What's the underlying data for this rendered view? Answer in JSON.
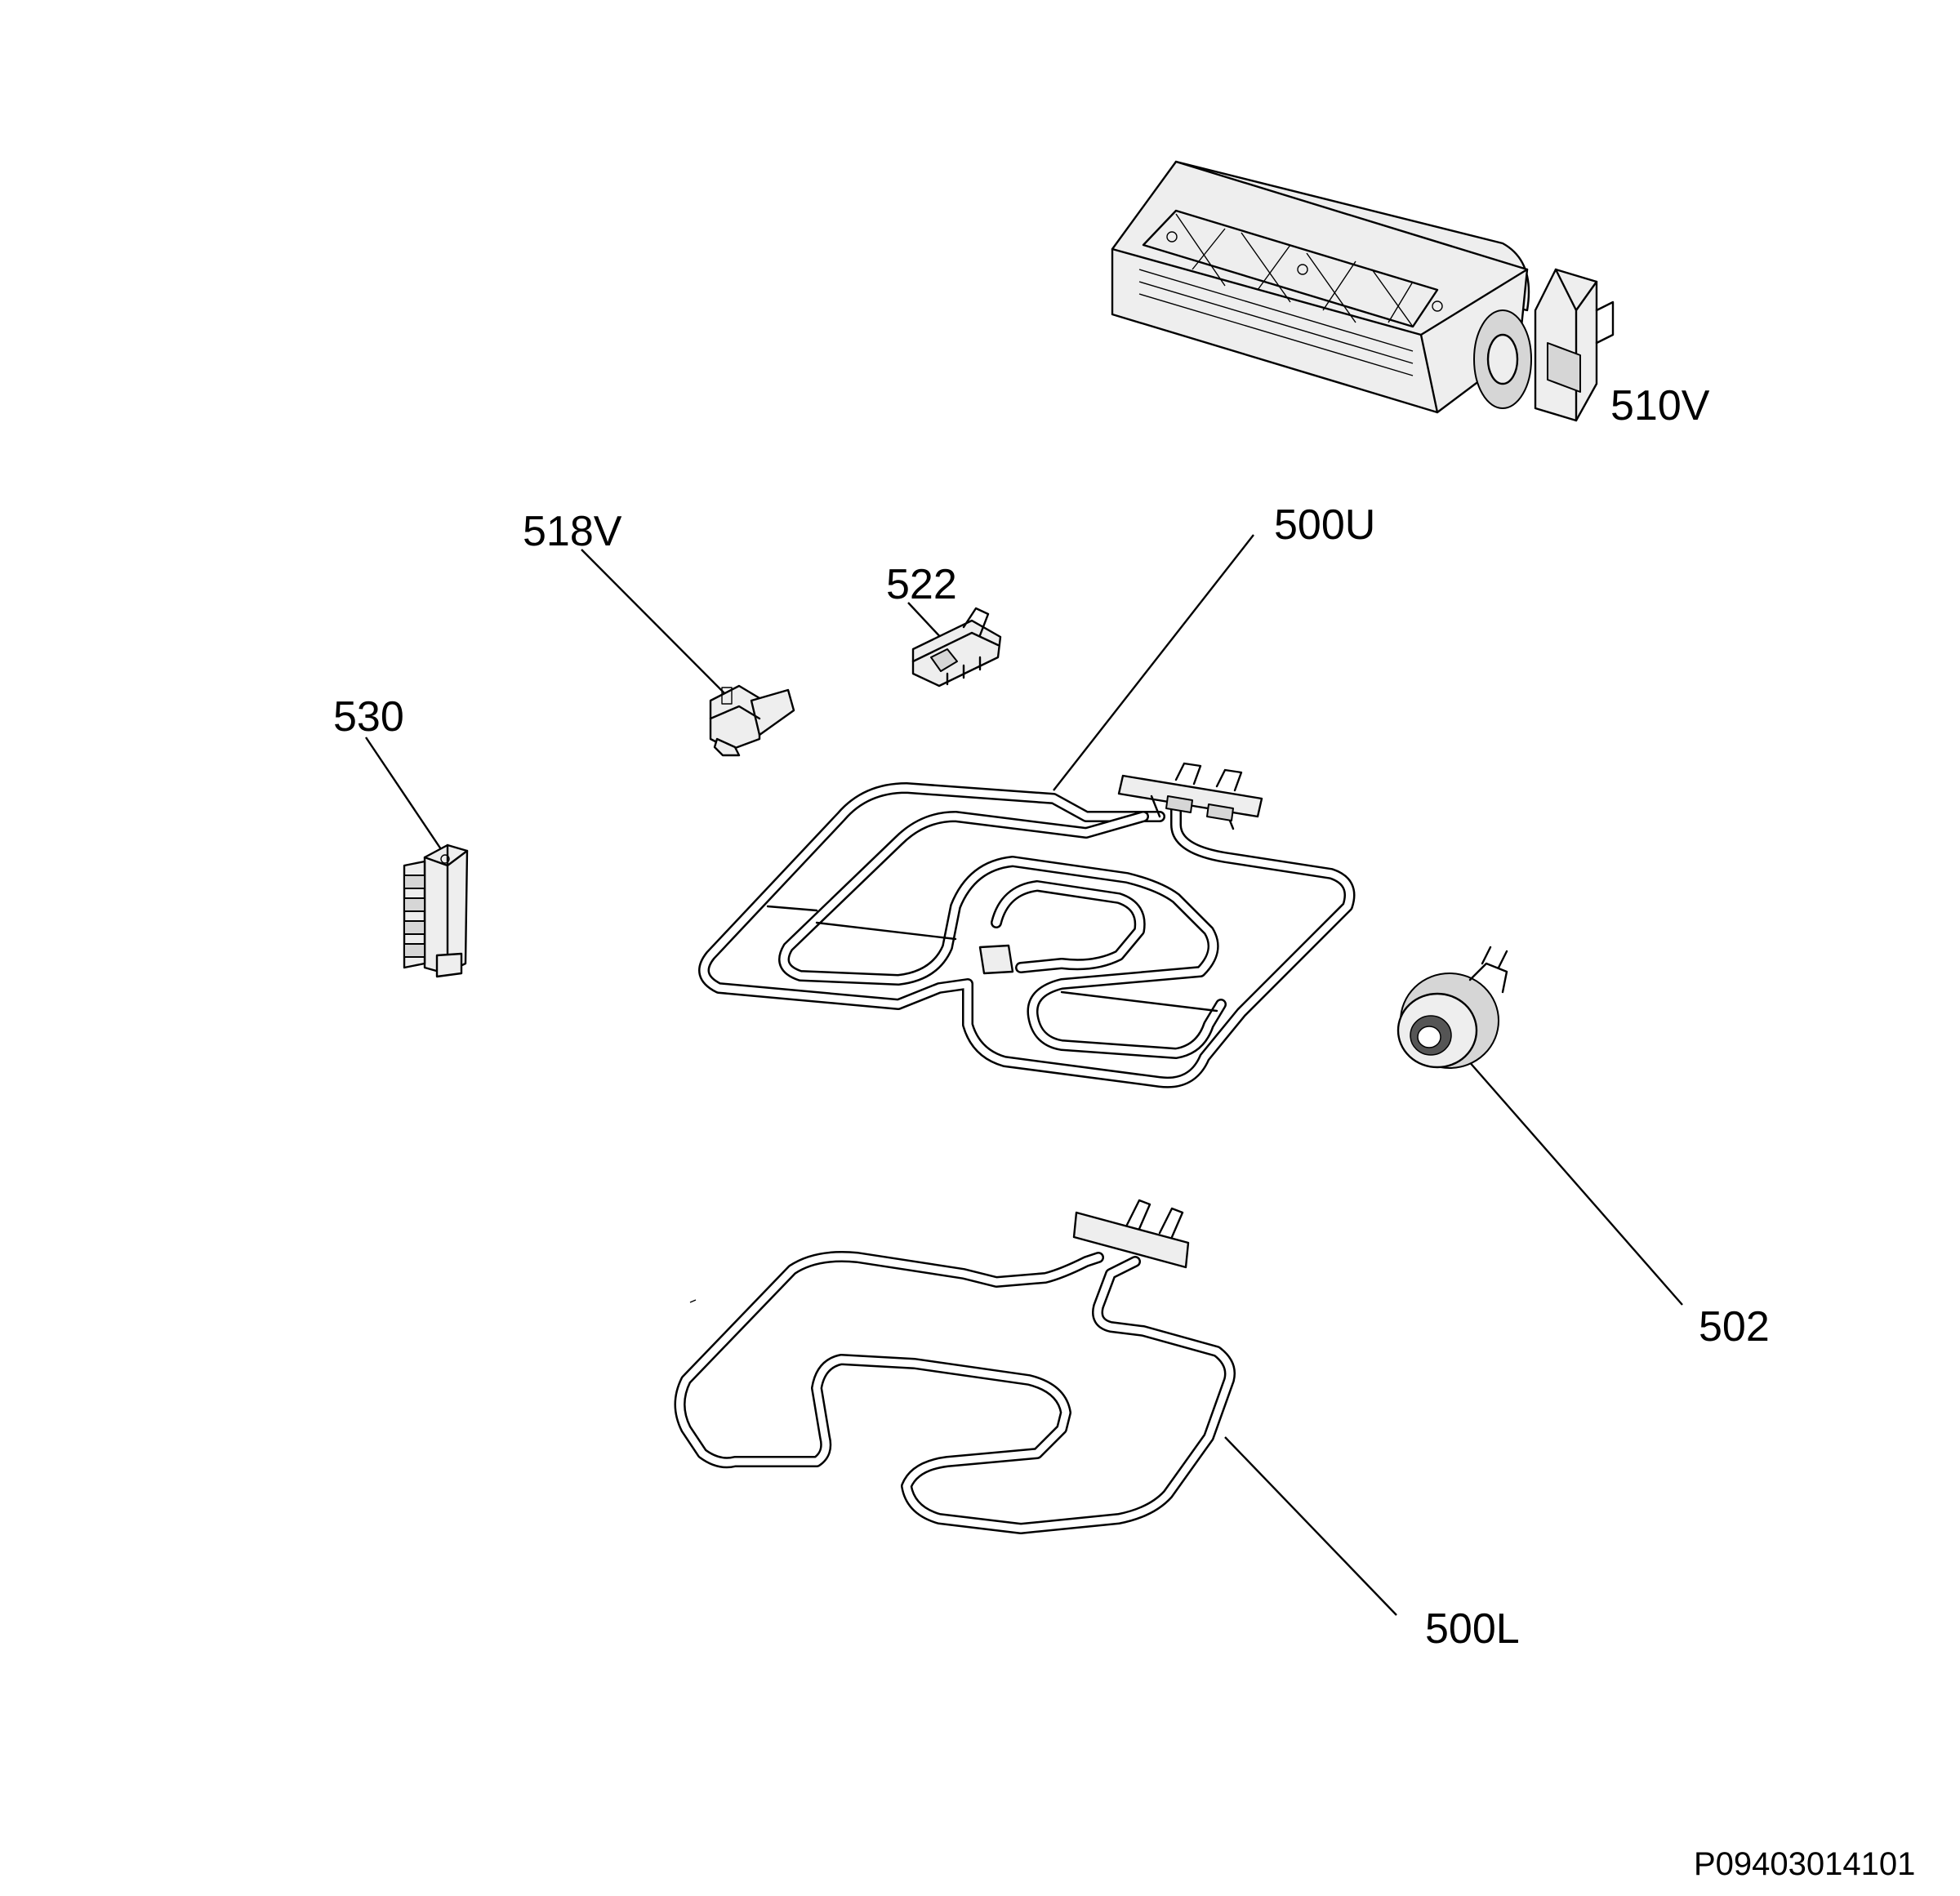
{
  "document_id": "P09403014101",
  "callouts": {
    "fan_motor": "510V",
    "thermostat": "518V",
    "switch_522": "522",
    "upper_element": "500U",
    "terminal_block": "530",
    "thermal_cutout": "502",
    "lower_element": "500L"
  }
}
